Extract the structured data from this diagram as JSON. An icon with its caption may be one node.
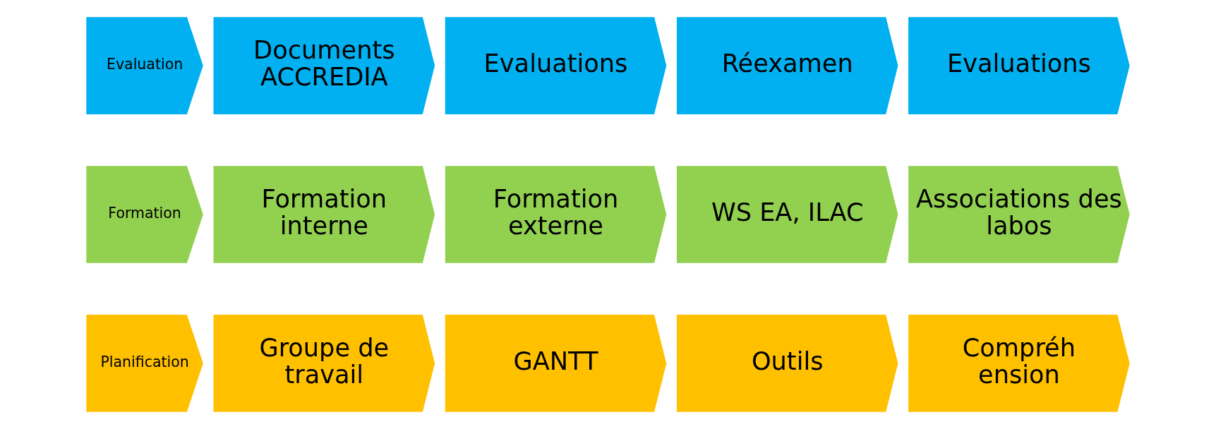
{
  "diagram": {
    "nodes": [
      {
        "text": [
          "Planification"
        ]
      },
      {
        "text": [
          "Groupe de travail"
        ]
      },
      {
        "text": [
          "GANTT"
        ]
      },
      {
        "text": [
          "Outils"
        ]
      },
      {
        "text": [
          "Compréh ension"
        ]
      },
      {
        "text": [
          "Formation"
        ]
      },
      {
        "text": [
          "Formation interne"
        ]
      },
      {
        "text": [
          "Formation externe"
        ]
      },
      {
        "text": [
          "WS EA, ILAC"
        ]
      },
      {
        "text": [
          "Associations des labos"
        ]
      },
      {
        "text": [
          "Evaluation"
        ]
      },
      {
        "text": [
          "Documents ACCREDIA"
        ]
      },
      {
        "text": [
          "Evaluations"
        ]
      },
      {
        "text": [
          "Réexamen"
        ]
      },
      {
        "text": [
          "Evaluations"
        ]
      }
    ],
    "edges": []
  }
}
